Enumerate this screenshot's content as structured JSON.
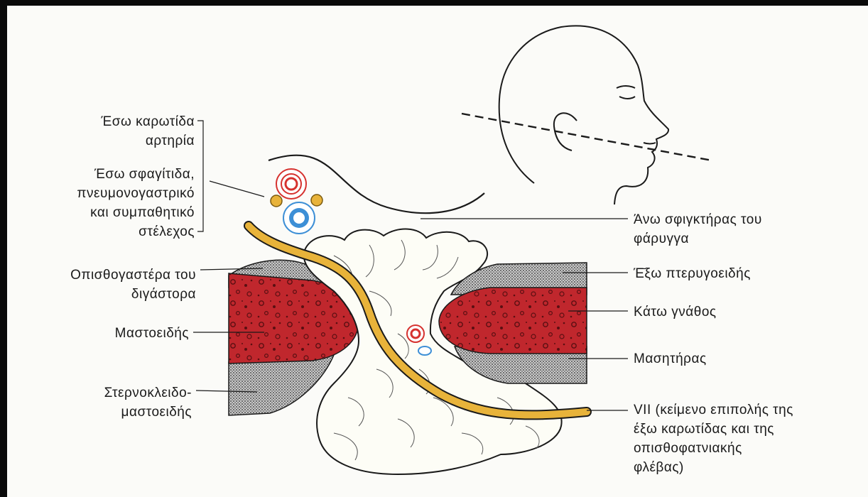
{
  "labels": {
    "internal_carotid": "Έσω καρωτίδα\nαρτηρία",
    "internal_jugular": "Έσω σφαγίτιδα,\nπνευμονογαστρικό\nκαι συμπαθητικό\nστέλεχος",
    "posterior_digastric": "Οπισθογαστέρα του\nδιγάστορα",
    "mastoid": "Μαστοειδής",
    "sternocleidomastoid": "Στερνοκλειδο-\nμαστοειδής",
    "superior_constrictor": "Άνω σφιγκτήρας του\nφάρυγγα",
    "lateral_pterygoid": "Έ̄ξω πτερυγοειδής",
    "mandible": "Κάτω γνάθος",
    "masseter": "Μασητήρας",
    "facial_nerve": "VII (κείμενο επιπολής της\nέξω καρωτίδας και της\nοπισθοφατνιακής\nφλέβας)"
  },
  "colors": {
    "muscle_red": "#c0272d",
    "stipple_gray": "#9a9a9a",
    "nerve_orange": "#e8b33a",
    "artery_red": "#d6322f",
    "vein_blue": "#3d8fd6",
    "gland_fill": "#fdfdf6"
  }
}
